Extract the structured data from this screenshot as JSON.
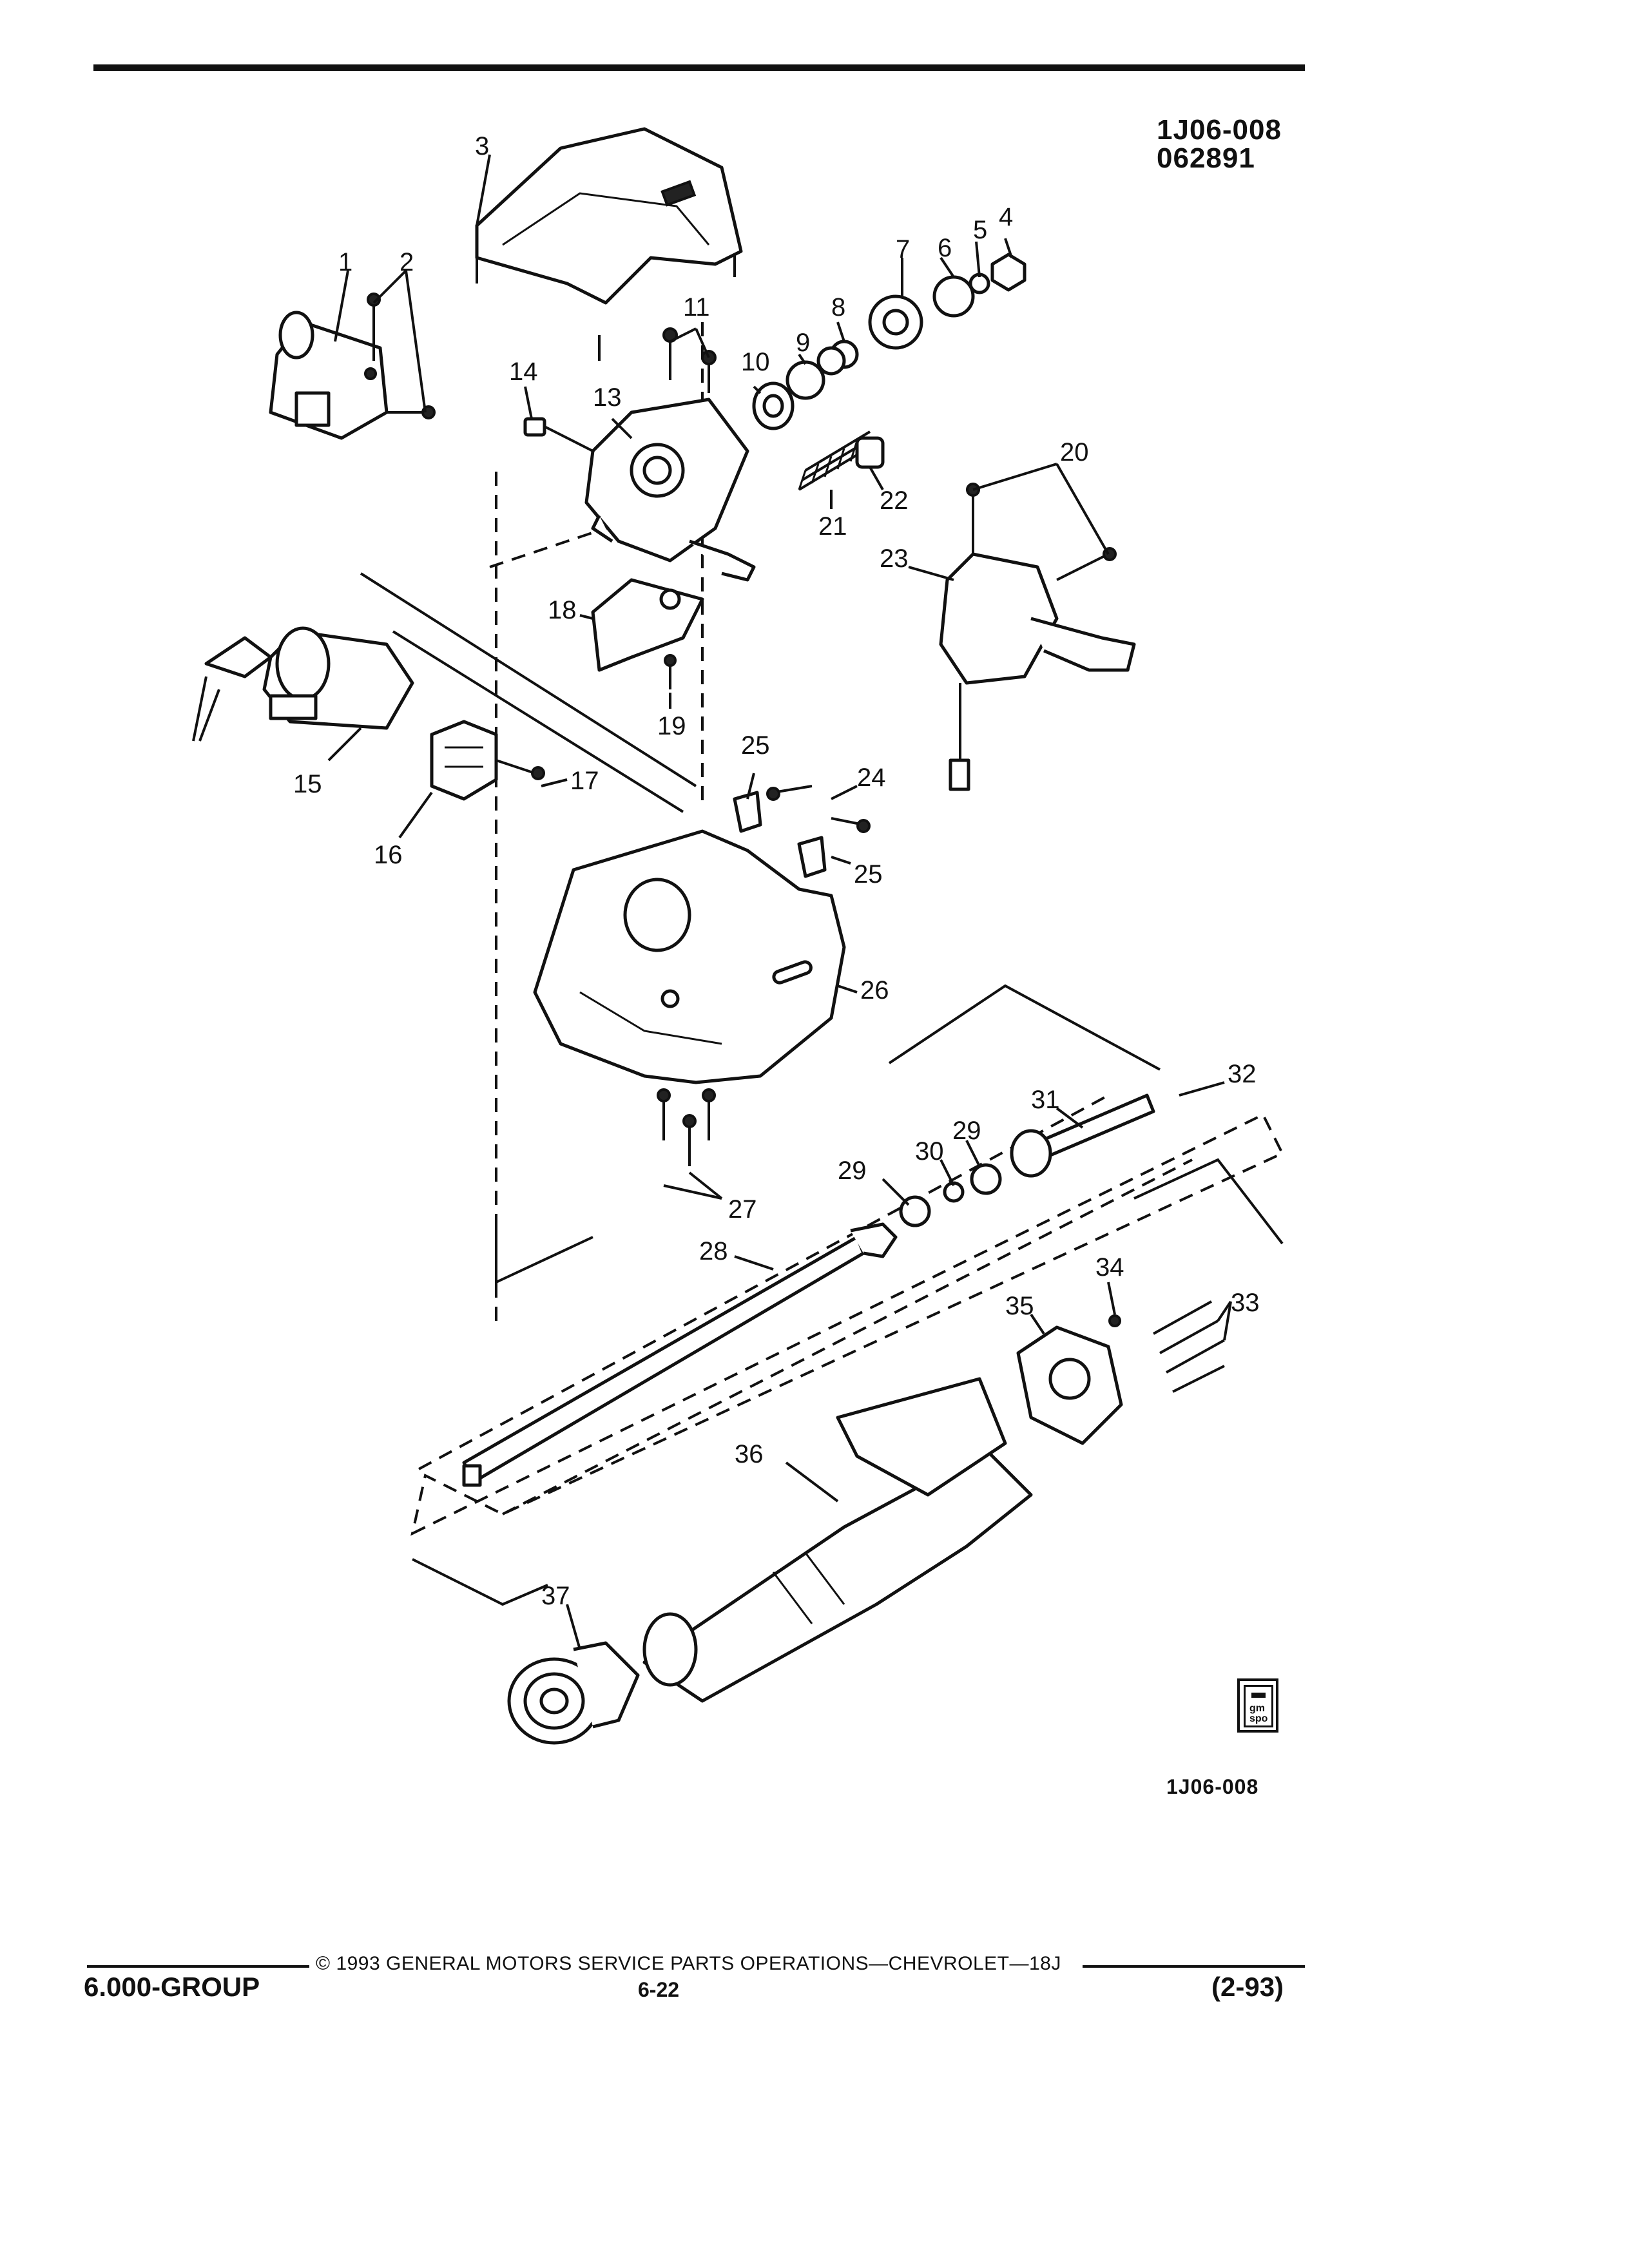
{
  "header": {
    "figure_code": "1J06-008",
    "figure_date": "062891"
  },
  "figure_code_bottom": "1J06-008",
  "parts": [
    {
      "id": "1",
      "text": "1"
    },
    {
      "id": "2",
      "text": "2"
    },
    {
      "id": "3",
      "text": "3"
    },
    {
      "id": "4",
      "text": "4"
    },
    {
      "id": "5",
      "text": "5"
    },
    {
      "id": "6",
      "text": "6"
    },
    {
      "id": "7",
      "text": "7"
    },
    {
      "id": "8",
      "text": "8"
    },
    {
      "id": "9",
      "text": "9"
    },
    {
      "id": "10",
      "text": "10"
    },
    {
      "id": "11",
      "text": "11"
    },
    {
      "id": "13",
      "text": "13"
    },
    {
      "id": "14",
      "text": "14"
    },
    {
      "id": "15",
      "text": "15"
    },
    {
      "id": "16",
      "text": "16"
    },
    {
      "id": "17",
      "text": "17"
    },
    {
      "id": "18",
      "text": "18"
    },
    {
      "id": "19",
      "text": "19"
    },
    {
      "id": "20",
      "text": "20"
    },
    {
      "id": "21",
      "text": "21"
    },
    {
      "id": "22",
      "text": "22"
    },
    {
      "id": "23",
      "text": "23"
    },
    {
      "id": "24",
      "text": "24"
    },
    {
      "id": "25a",
      "text": "25"
    },
    {
      "id": "25b",
      "text": "25"
    },
    {
      "id": "26",
      "text": "26"
    },
    {
      "id": "27",
      "text": "27"
    },
    {
      "id": "28",
      "text": "28"
    },
    {
      "id": "29a",
      "text": "29"
    },
    {
      "id": "29b",
      "text": "29"
    },
    {
      "id": "30",
      "text": "30"
    },
    {
      "id": "31",
      "text": "31"
    },
    {
      "id": "32",
      "text": "32"
    },
    {
      "id": "33",
      "text": "33"
    },
    {
      "id": "34",
      "text": "34"
    },
    {
      "id": "35",
      "text": "35"
    },
    {
      "id": "36",
      "text": "36"
    },
    {
      "id": "37",
      "text": "37"
    }
  ],
  "badge": {
    "text": "gm spo"
  },
  "footer": {
    "copyright": "© 1993 GENERAL MOTORS SERVICE PARTS OPERATIONS—CHEVROLET—18J",
    "group": "6.000-GROUP",
    "page": "6-22",
    "date": "(2-93)"
  }
}
